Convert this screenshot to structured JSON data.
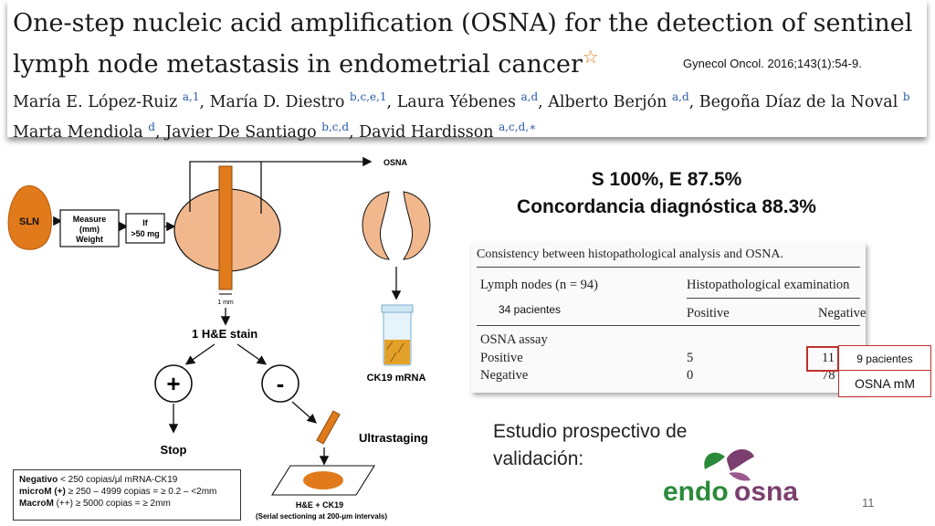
{
  "header": {
    "title_line1": "One-step nucleic acid amplification (OSNA) for the detection of sentinel",
    "title_line2": "lymph node metastasis in endometrial cancer",
    "star": "☆",
    "citation": "Gynecol Oncol. 2016;143(1):54-9.",
    "authors_line1": [
      {
        "name": "María E. López-Ruiz",
        "sup": "a,1"
      },
      {
        "name": "María D. Diestro",
        "sup": "b,c,e,1"
      },
      {
        "name": "Laura Yébenes",
        "sup": "a,d"
      },
      {
        "name": "Alberto Berjón",
        "sup": "a,d"
      },
      {
        "name": "Begoña Díaz de la Noval",
        "sup": "b"
      }
    ],
    "authors_line2": [
      {
        "name": "Marta Mendiola",
        "sup": "d"
      },
      {
        "name": "Javier De Santiago",
        "sup": "b,c,d"
      },
      {
        "name": "David Hardisson",
        "sup": "a,c,d,∗"
      }
    ]
  },
  "diagram": {
    "sln": "SLN",
    "measure": [
      "Measure",
      "(mm)",
      "Weight"
    ],
    "if_label": [
      "If",
      ">50 mg"
    ],
    "osna": "OSNA",
    "one_mm": "1 mm",
    "he_stain": "1 H&E stain",
    "plus": "+",
    "minus": "-",
    "stop": "Stop",
    "ultrastaging": "Ultrastaging",
    "ck19": "CK19 mRNA",
    "he_ck19": "H&E + CK19",
    "serial": "(Serial sectioning at 200-μm intervals)"
  },
  "stats": {
    "line1": "S 100%, E 87.5%",
    "line2": "Concordancia diagnóstica 88.3%"
  },
  "table": {
    "caption": "Consistency between histopathological analysis and OSNA.",
    "lymph_nodes": "Lymph nodes (n = 94)",
    "histo": "Histopathological examination",
    "positive_col": "Positive",
    "negative_col": "Negative",
    "osna_assay": "OSNA assay",
    "row_positive": "Positive",
    "row_negative": "Negative",
    "pp": "5",
    "pn": "11",
    "np": "0",
    "nn": "78",
    "note_34": "34 pacientes"
  },
  "notes": {
    "nine": "9 pacientes",
    "osna_mm": "OSNA mM"
  },
  "estudio": "Estudio prospectivo de validación:",
  "legend": {
    "l1_bold": "Negativo",
    "l1_rest": " < 250 copias/μl mRNA-CK19",
    "l2_bold": "microM (+)",
    "l2_rest": " ≥ 250 – 4999 copias = ≥ 0.2 – <2mm",
    "l3_bold": "MacroM",
    "l3_rest": " (++) ≥ 5000 copias = ≥ 2mm"
  },
  "logo": {
    "endo": "endo",
    "osna": "osna"
  },
  "page_number": "11",
  "colors": {
    "accent_orange": "#e07a1a",
    "tissue_peach": "#f2b88d",
    "highlight_red": "#c0302a",
    "logo_green": "#2c8a3a",
    "logo_purple": "#7a3f6e"
  }
}
